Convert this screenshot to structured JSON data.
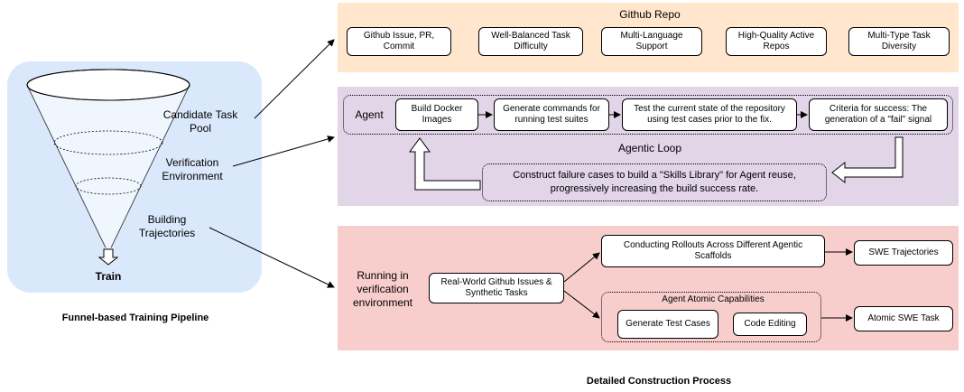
{
  "left": {
    "stage1": "Candidate Task Pool",
    "stage2": "Verification Environment",
    "stage3": "Building Trajectories",
    "train": "Train",
    "caption": "Funnel-based Training Pipeline"
  },
  "github": {
    "title": "Github Repo",
    "items": [
      "Github Issue, PR, Commit",
      "Well-Balanced Task Difficulty",
      "Multi-Language Support",
      "High-Quality Active Repos",
      "Multi-Type Task Diversity"
    ]
  },
  "agent": {
    "label": "Agent",
    "steps": [
      "Build Docker Images",
      "Generate commands for running test suites",
      "Test the current state of the repository using test cases prior to the fix.",
      "Criteria for success: The generation of a \"fail\" signal"
    ],
    "loop_title": "Agentic Loop",
    "loop_text": "Construct failure cases to build a \"Skills Library\" for Agent reuse, progressively increasing the build success rate."
  },
  "verify": {
    "label": "Running in verification environment",
    "source": "Real-World Github Issues & Synthetic Tasks",
    "rollouts": "Conducting Rollouts Across Different Agentic Scaffolds",
    "swe_traj": "SWE Trajectories",
    "atomic_title": "Agent Atomic Capabilities",
    "gen_tests": "Generate Test Cases",
    "code_edit": "Code Editing",
    "atomic_task": "Atomic SWE Task"
  },
  "caption_right": "Detailed Construction Process",
  "colors": {
    "left_panel": "#dae8fc",
    "github_panel": "#ffe6cc",
    "agent_panel": "#e1d5e7",
    "verify_panel": "#f8cecc"
  }
}
